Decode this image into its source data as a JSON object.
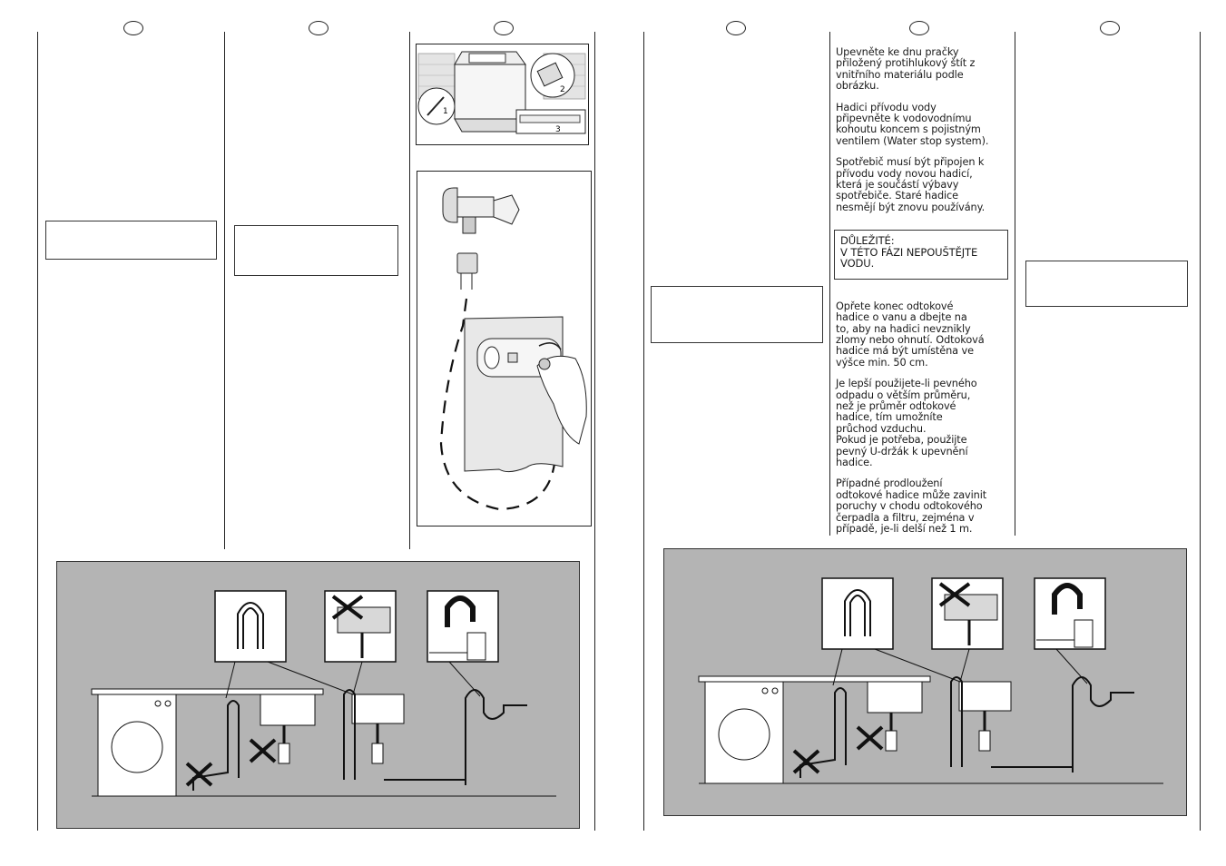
{
  "page": {
    "left_half": {
      "markers": [
        "",
        "",
        ""
      ]
    },
    "right_half": {
      "markers": [
        "",
        "",
        ""
      ]
    }
  },
  "text_column": {
    "paragraph_1": "Upevněte ke dnu pračky\npřiložený protihlukový štít z\nvnitřního materiálu podle\nobrázku.",
    "paragraph_2": "Hadici přívodu vody\npřipevněte k vodovodnímu\nkohoutu koncem s pojistným\nventilem (Water stop system).",
    "paragraph_3": "Spotřebič musí být připojen k\npřívodu vody novou hadicí,\nkterá je součástí výbavy\nspotřebiče. Staré hadice\nnesmějí být znovu používány.",
    "warning_title": "DŮLEŽITÉ:",
    "warning_body": "V TÉTO FÁZI NEPOUŠTĚJTE\nVODU.",
    "paragraph_4": "Opřete konec odtokové\nhadice o vanu a dbejte na\nto, aby na hadici nevznikly\nzlomy nebo ohnutí. Odtoková\nhadice má být umístěna ve\nvýšce min. 50 cm.",
    "paragraph_5": "Je lepší použijete-li pevného\nodpadu o větším průměru,\nnež je průměr odtokové\nhadice, tím umožníte\nprůchod vzduchu.\nPokud je potřeba, použijte\npevný U-držák k upevnění\nhadice.",
    "paragraph_6": "Případné prodloužení\nodtokové hadice může zavinit\nporuchy v chodu odtokového\nčerpadla a filtru, zejména v\npřípadě, je-li delší než 1 m."
  },
  "figure_labels": {
    "step_1": "1",
    "step_2": "2",
    "step_3": "3"
  },
  "colors": {
    "panel_gray": "#b4b4b4",
    "line": "#222222",
    "water": "#d8d8d8"
  }
}
